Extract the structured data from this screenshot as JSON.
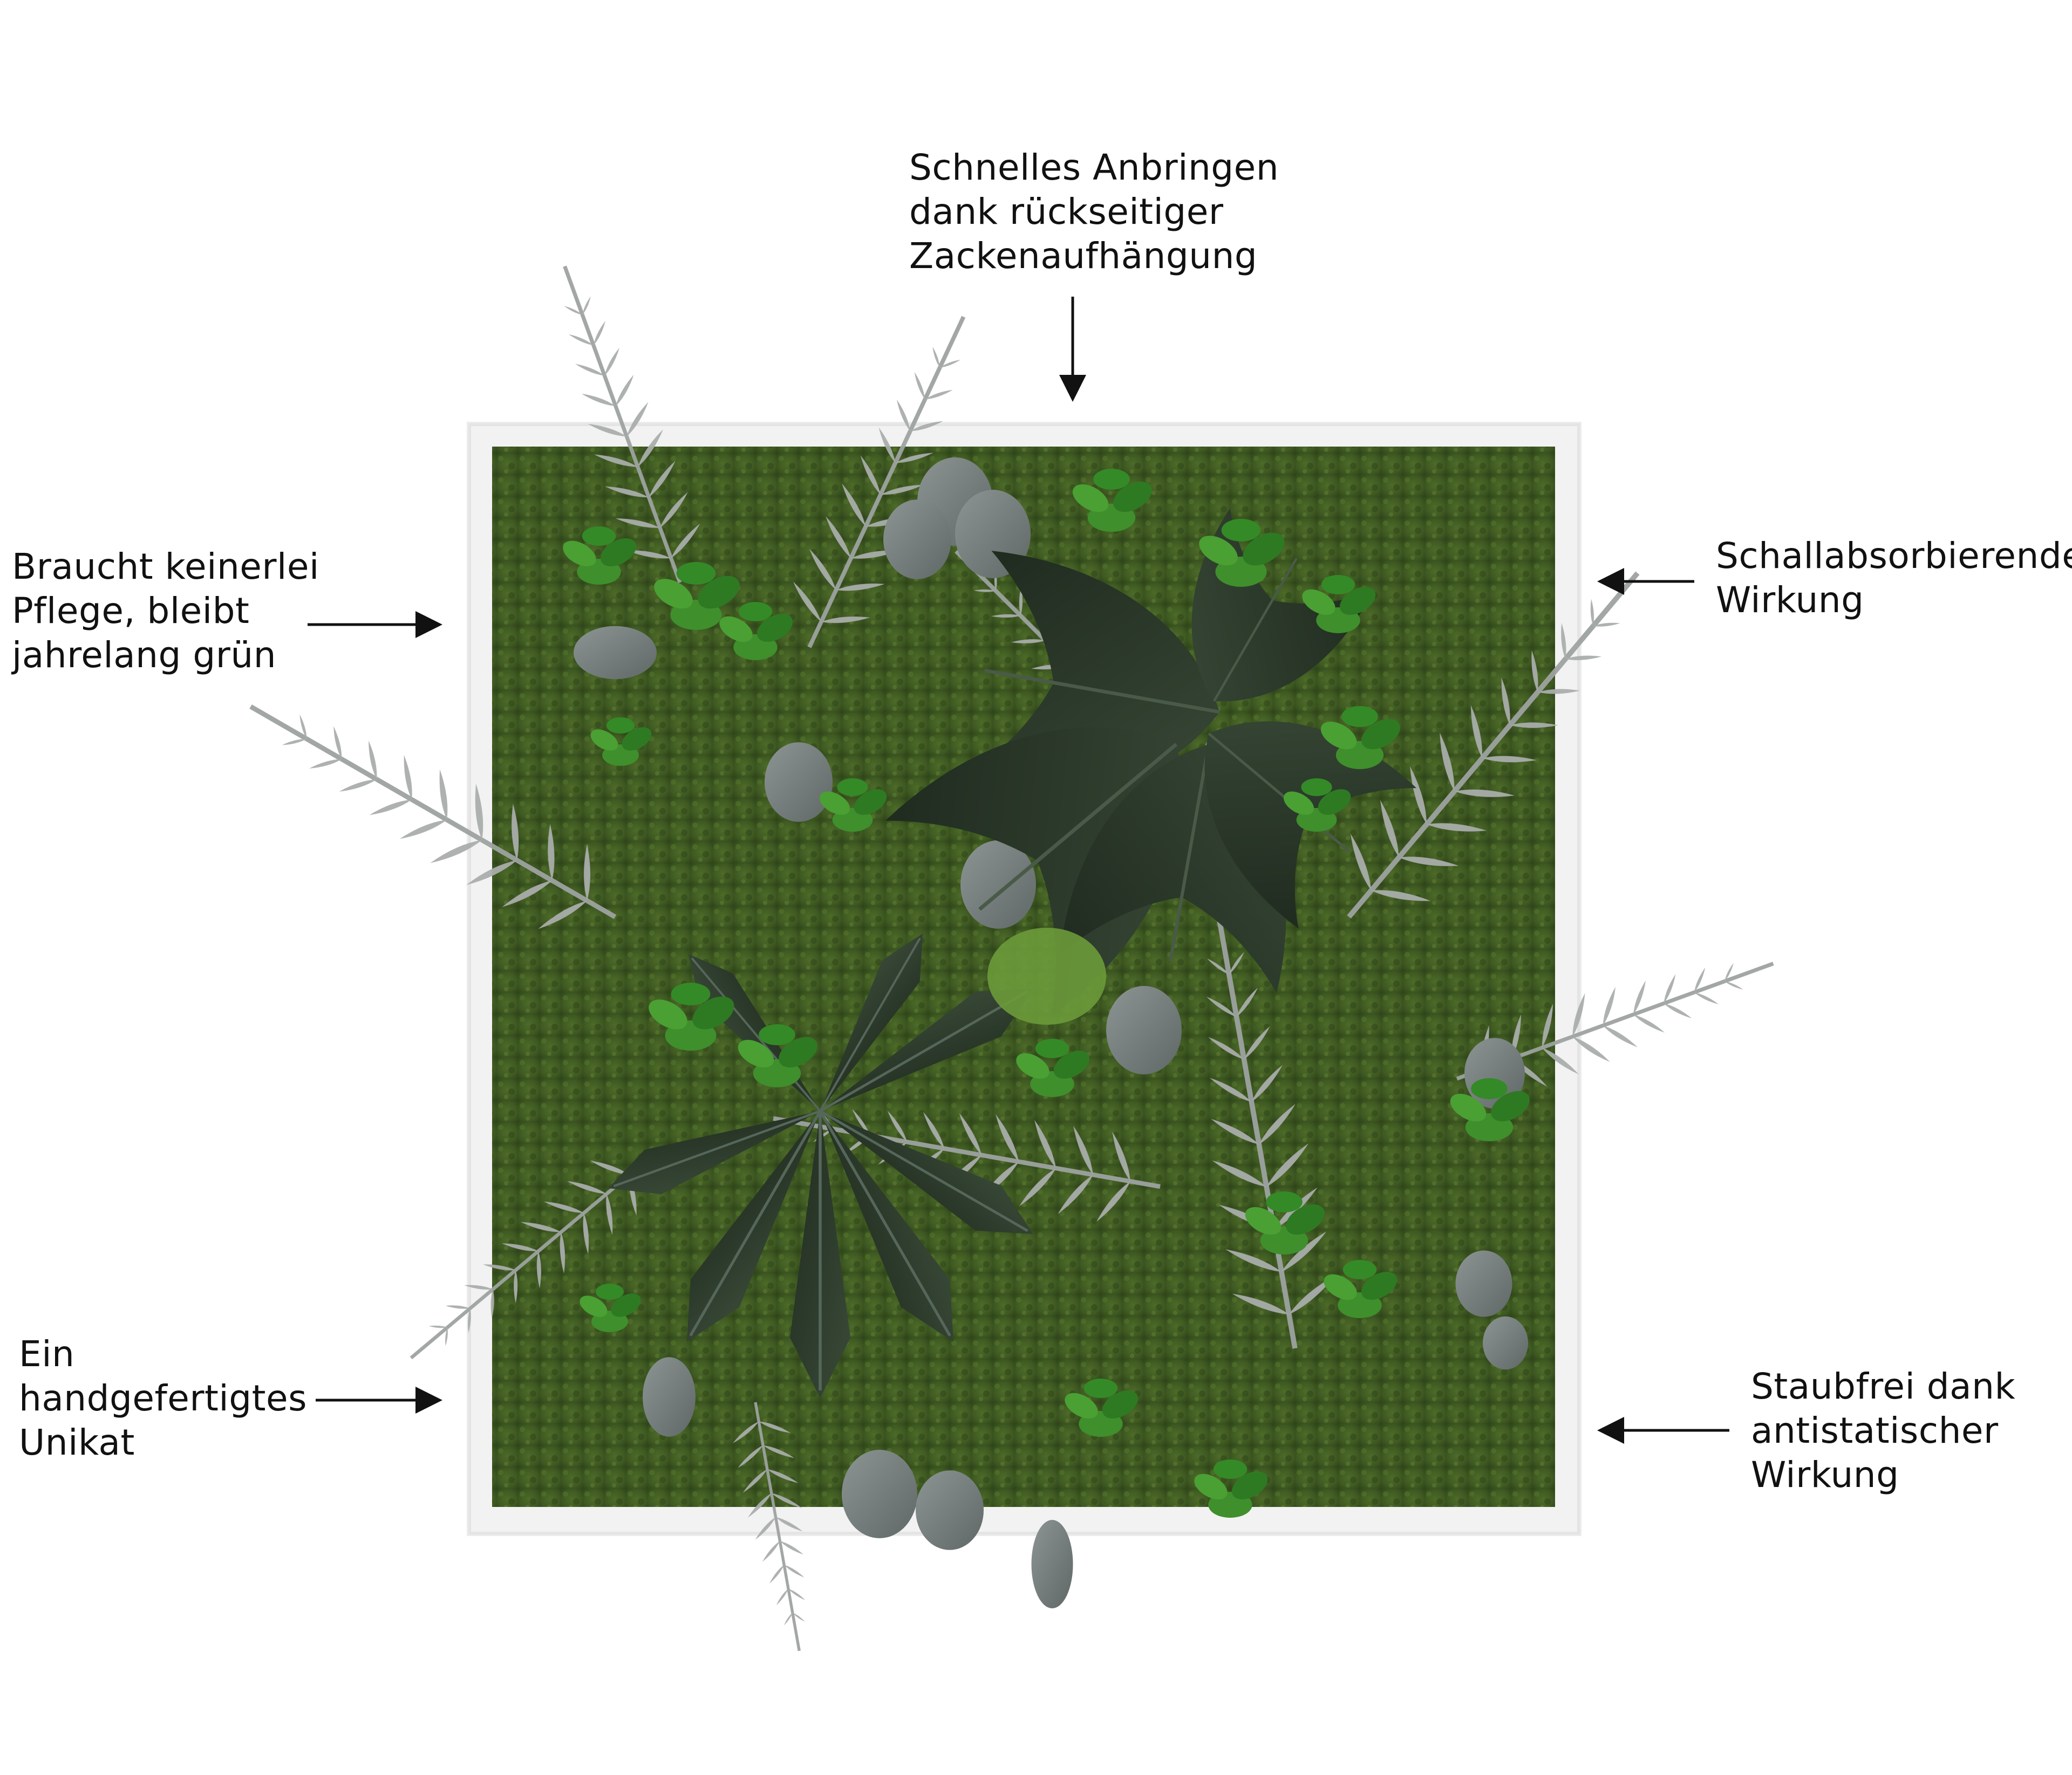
{
  "annotations": {
    "top": {
      "lines": [
        "Schnelles Anbringen",
        "dank rückseitiger",
        "Zackenaufhängung"
      ]
    },
    "left_upper": {
      "lines": [
        "Braucht keinerlei",
        "Pflege, bleibt",
        "jahrelang grün"
      ]
    },
    "left_lower": {
      "lines": [
        "Ein",
        "handgefertigtes",
        "Unikat"
      ]
    },
    "right_upper": {
      "lines": [
        "Schallabsorbierende",
        "Wirkung"
      ]
    },
    "right_lower": {
      "lines": [
        "Staubfrei dank",
        "antistatischer",
        "Wirkung"
      ]
    }
  },
  "colors": {
    "frame": "#f2f2f2",
    "moss": "#3f5a22",
    "moss_light": "#6b8a3a",
    "leaf_dark": "#2b3a2b",
    "leaf_mid": "#3d4d3b",
    "leaf_bright": "#3f8f2c",
    "fern_silver": "#a9adab",
    "eucalyptus": "#7f8785",
    "text": "#111111"
  },
  "image": {
    "subject": "preserved-plant-wall-picture",
    "icon": "plant-picture-icon"
  }
}
